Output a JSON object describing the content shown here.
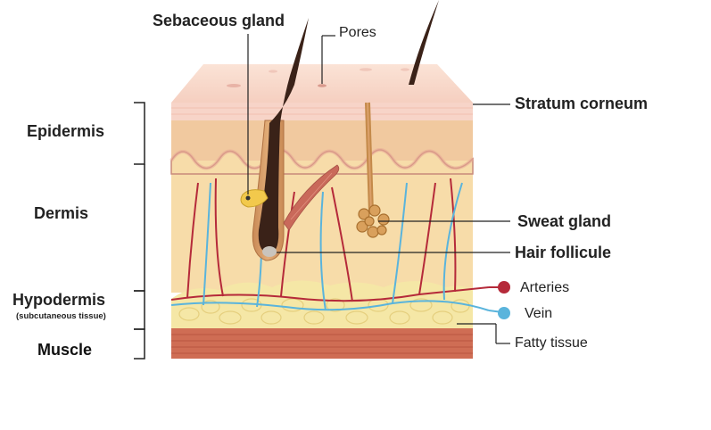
{
  "labels": {
    "sebaceous_gland": "Sebaceous gland",
    "pores": "Pores",
    "stratum_corneum": "Stratum corneum",
    "epidermis": "Epidermis",
    "dermis": "Dermis",
    "hypodermis": "Hypodermis",
    "hypodermis_sub": "(subcutaneous tissue)",
    "muscle": "Muscle",
    "sweat_gland": "Sweat gland",
    "hair_follicule": "Hair follicule",
    "arteries": "Arteries",
    "vein": "Vein",
    "fatty_tissue": "Fatty tissue"
  },
  "colors": {
    "artery": "#b52a3a",
    "vein": "#5ab4dc",
    "skin_top": "#f8dcd0",
    "epidermis": "#f0c9a0",
    "dermis": "#f6dba8",
    "fat": "#f5e7a6",
    "muscle": "#cf6d54",
    "hair": "#3a2218"
  }
}
